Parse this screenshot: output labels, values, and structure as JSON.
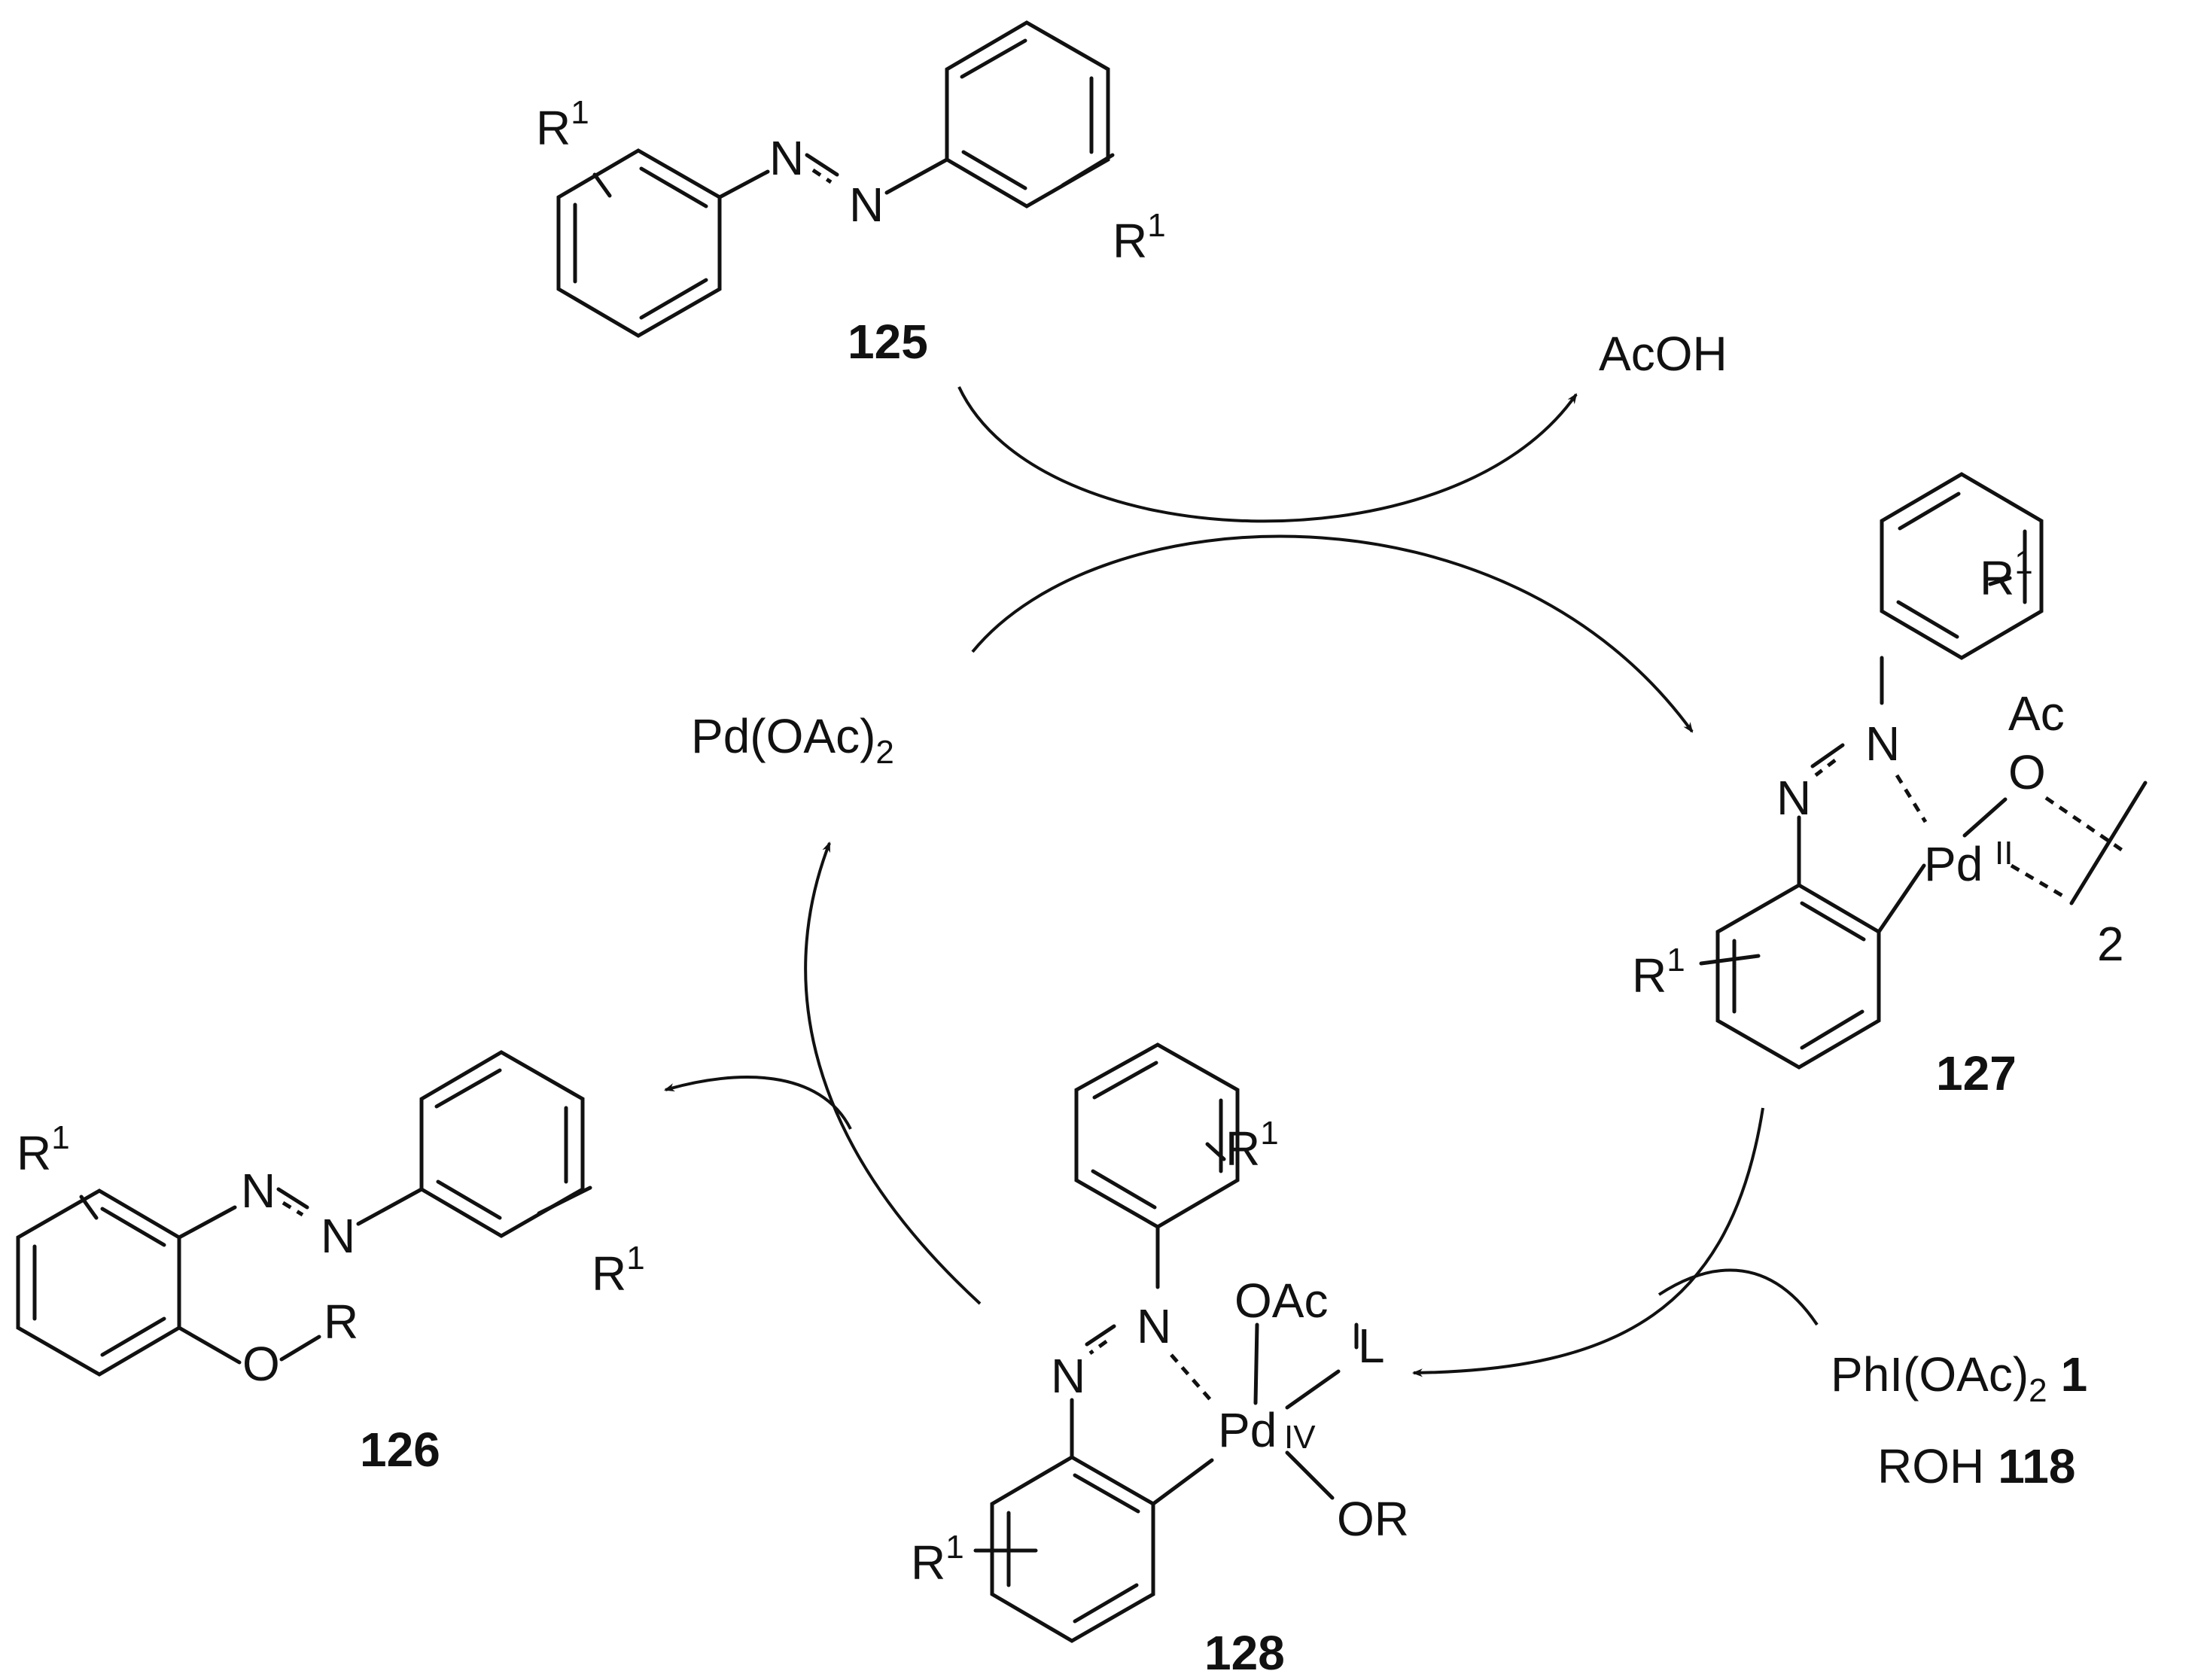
{
  "compounds": {
    "c125": {
      "label": "125",
      "substituent_left": "R",
      "substituent_right": "R",
      "sup": "1",
      "n1": "N",
      "n2": "N"
    },
    "c126": {
      "label": "126",
      "substituent_left": "R",
      "substituent_right": "R",
      "sup": "1",
      "n1": "N",
      "n2": "N",
      "o": "O",
      "r": "R"
    },
    "c127": {
      "label": "127",
      "substituent_top": "R",
      "substituent_bottom": "R",
      "sup": "1",
      "n1": "N",
      "n2": "N",
      "metal": "Pd",
      "oxidation": "II",
      "acyl": "Ac",
      "o": "O",
      "multiplier": "2"
    },
    "c128": {
      "label": "128",
      "substituent_top": "R",
      "substituent_bottom": "R",
      "sup": "1",
      "n1": "N",
      "n2": "N",
      "metal": "Pd",
      "oxidation": "IV",
      "oac": "OAc",
      "ligand": "L",
      "or": "OR"
    }
  },
  "catalyst": {
    "text": "Pd(OAc)",
    "subscript": "2"
  },
  "byproduct": {
    "text": "AcOH"
  },
  "reagents": {
    "oxidant_text": "PhI(OAc)",
    "oxidant_sub": "2",
    "oxidant_label": "1",
    "alcohol_text": "ROH",
    "alcohol_label": "118"
  }
}
